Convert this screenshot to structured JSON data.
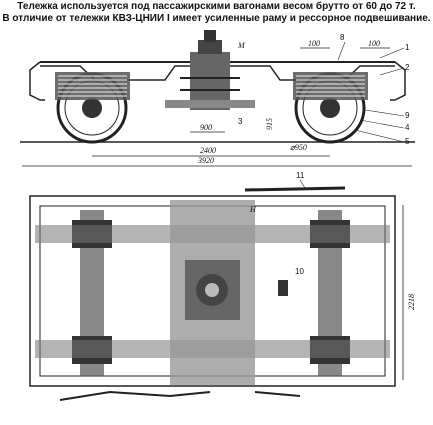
{
  "caption": {
    "line1": "Тележка используется под пассажирскими вагонами весом брутто от 60 до 72 т.",
    "line2": "В отличие от тележки КВЗ-ЦНИИ I имеет усиленные раму и рессорное подвешивание."
  },
  "side_view": {
    "label_m": "M",
    "dim_100_left": "100",
    "dim_100_right": "100",
    "dim_900": "900",
    "dim_915": "915",
    "dim_950": "⌀950",
    "dim_2400": "2400",
    "dim_3920": "3920",
    "callouts": [
      "8",
      "1",
      "2",
      "3",
      "9",
      "4",
      "5"
    ]
  },
  "plan_view": {
    "label_11": "11",
    "label_n": "Н",
    "label_10": "10",
    "dim_2218": "2218"
  }
}
